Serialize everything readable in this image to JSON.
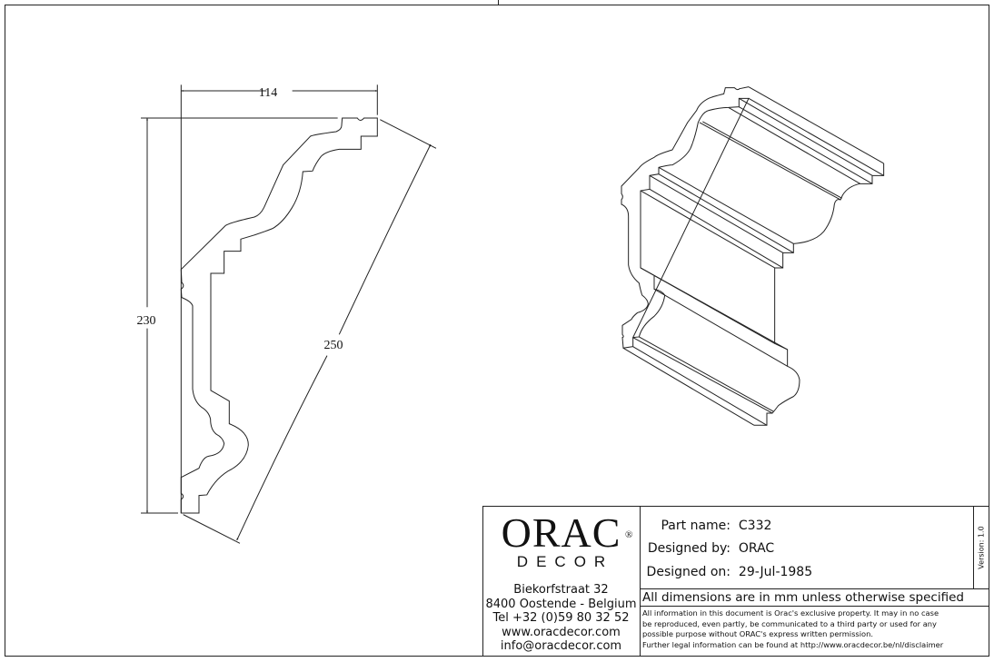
{
  "dimensions": {
    "width": "114",
    "height": "230",
    "diagonal": "250"
  },
  "title_block": {
    "logo": {
      "name": "ORAC",
      "sub": "DECOR",
      "registered": "®"
    },
    "address": [
      "Biekorfstraat 32",
      "8400 Oostende - Belgium",
      "Tel  +32 (0)59 80 32 52",
      "www.oracdecor.com",
      "info@oracdecor.com"
    ],
    "part_name_label": "Part name:",
    "part_name": "C332",
    "designed_by_label": "Designed by:",
    "designed_by": "ORAC",
    "designed_on_label": "Designed on:",
    "designed_on": "29-Jul-1985",
    "version": "Version: 1.0",
    "units_note": "All dimensions are in mm unless otherwise specified",
    "legal": [
      "All information in this document is Orac's exclusive property.  It may in no case",
      "be reproduced, even partly, be communicated to a third party or used for any",
      "possible purpose without ORAC's express written permission.",
      "Further legal information can be found at http://www.oracdecor.be/nl/disclaimer"
    ]
  }
}
